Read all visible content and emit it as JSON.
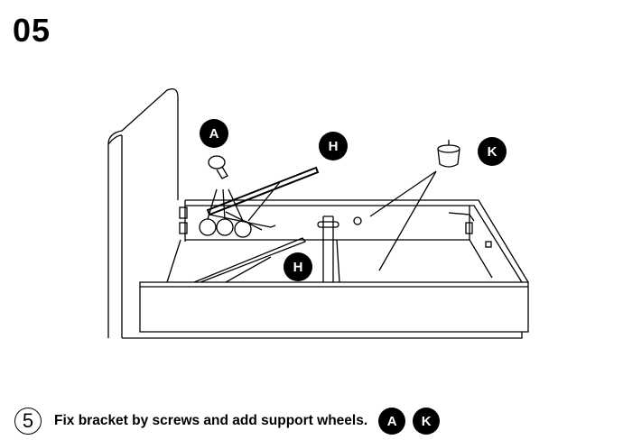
{
  "page_title": "05",
  "callouts": {
    "screw": "A",
    "bracket_top": "H",
    "wheel": "K",
    "bracket_bottom": "H"
  },
  "step": {
    "number": "5",
    "text": "Fix bracket by screws and add support wheels.",
    "parts": [
      "A",
      "K"
    ]
  }
}
